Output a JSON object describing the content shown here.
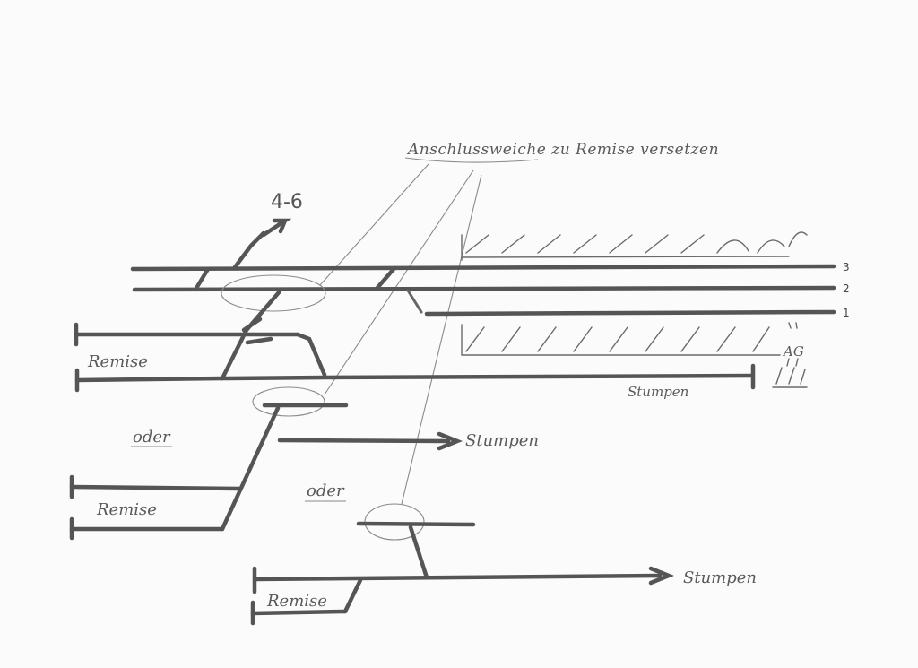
{
  "annotation": {
    "top_note": "Anschlussweiche zu Remise versetzen",
    "direction": "4-6"
  },
  "tracks": {
    "track_3": "3",
    "track_2": "2",
    "track_1": "1",
    "area_label": "AG"
  },
  "labels": {
    "remise_1": "Remise",
    "remise_2": "Remise",
    "remise_3": "Remise",
    "oder_1": "oder",
    "oder_2": "oder",
    "stumpen_1": "Stumpen",
    "stumpen_2": "Stumpen",
    "stumpen_3": "Stumpen"
  },
  "colors": {
    "pencil": "#555555",
    "paper": "#fbfbfb"
  }
}
